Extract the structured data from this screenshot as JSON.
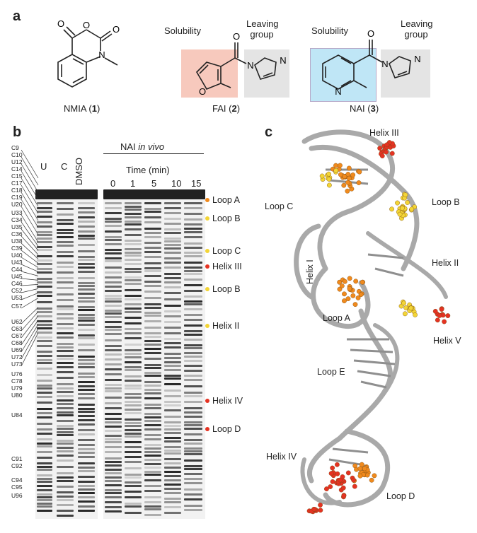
{
  "panel_a": {
    "letter": "a",
    "nmia": {
      "name": "NMIA (",
      "num": "1",
      "close": ")",
      "atoms": {
        "o1": "O",
        "o2": "O",
        "o3": "O",
        "n": "N"
      }
    },
    "fai": {
      "name": "FAI (",
      "num": "2",
      "close": ")",
      "solubility": "Solubility",
      "leaving": "Leaving",
      "group": "group",
      "atoms": {
        "o": "O",
        "o_ring": "O",
        "n1": "N",
        "n2": "N"
      }
    },
    "nai": {
      "name": "NAI (",
      "num": "3",
      "close": ")",
      "solubility": "Solubility",
      "leaving": "Leaving",
      "group": "group",
      "atoms": {
        "o": "O",
        "n_ring": "N",
        "n1": "N",
        "n2": "N"
      }
    }
  },
  "panel_b": {
    "letter": "b",
    "lanes": {
      "u": "U",
      "c": "C",
      "dmso": "DMSO"
    },
    "nai_title": "NAI ",
    "nai_title_italic": "in vivo",
    "time_label": "Time (min)",
    "times": [
      "0",
      "1",
      "5",
      "10",
      "15"
    ],
    "residues": [
      "C9",
      "C10",
      "U12",
      "C14",
      "C15",
      "C17",
      "C18",
      "C19",
      "U20",
      "U33",
      "C34",
      "U35",
      "C36",
      "U38",
      "C39",
      "U40",
      "U43",
      "C44",
      "U45",
      "C46",
      "C52",
      "U53",
      "C57",
      "U62",
      "C63",
      "C67",
      "C68",
      "U69",
      "U72",
      "U73",
      "U76",
      "C78",
      "U79",
      "U80",
      "U84",
      "C91",
      "C92",
      "C94",
      "C95",
      "U96"
    ],
    "markers": [
      "Loop A",
      "Loop B",
      "Loop C",
      "Helix III",
      "Loop B",
      "Helix II",
      "Helix IV",
      "Loop D"
    ]
  },
  "panel_c": {
    "letter": "c",
    "labels": [
      "Helix III",
      "Loop C",
      "Loop B",
      "Helix I",
      "Helix II",
      "Loop A",
      "Helix V",
      "Loop E",
      "Helix IV",
      "Loop D"
    ]
  },
  "colors": {
    "red": "#e53222",
    "orange": "#f08a1d",
    "yellow": "#f3d536",
    "ribbon": "#a9a9a9"
  }
}
